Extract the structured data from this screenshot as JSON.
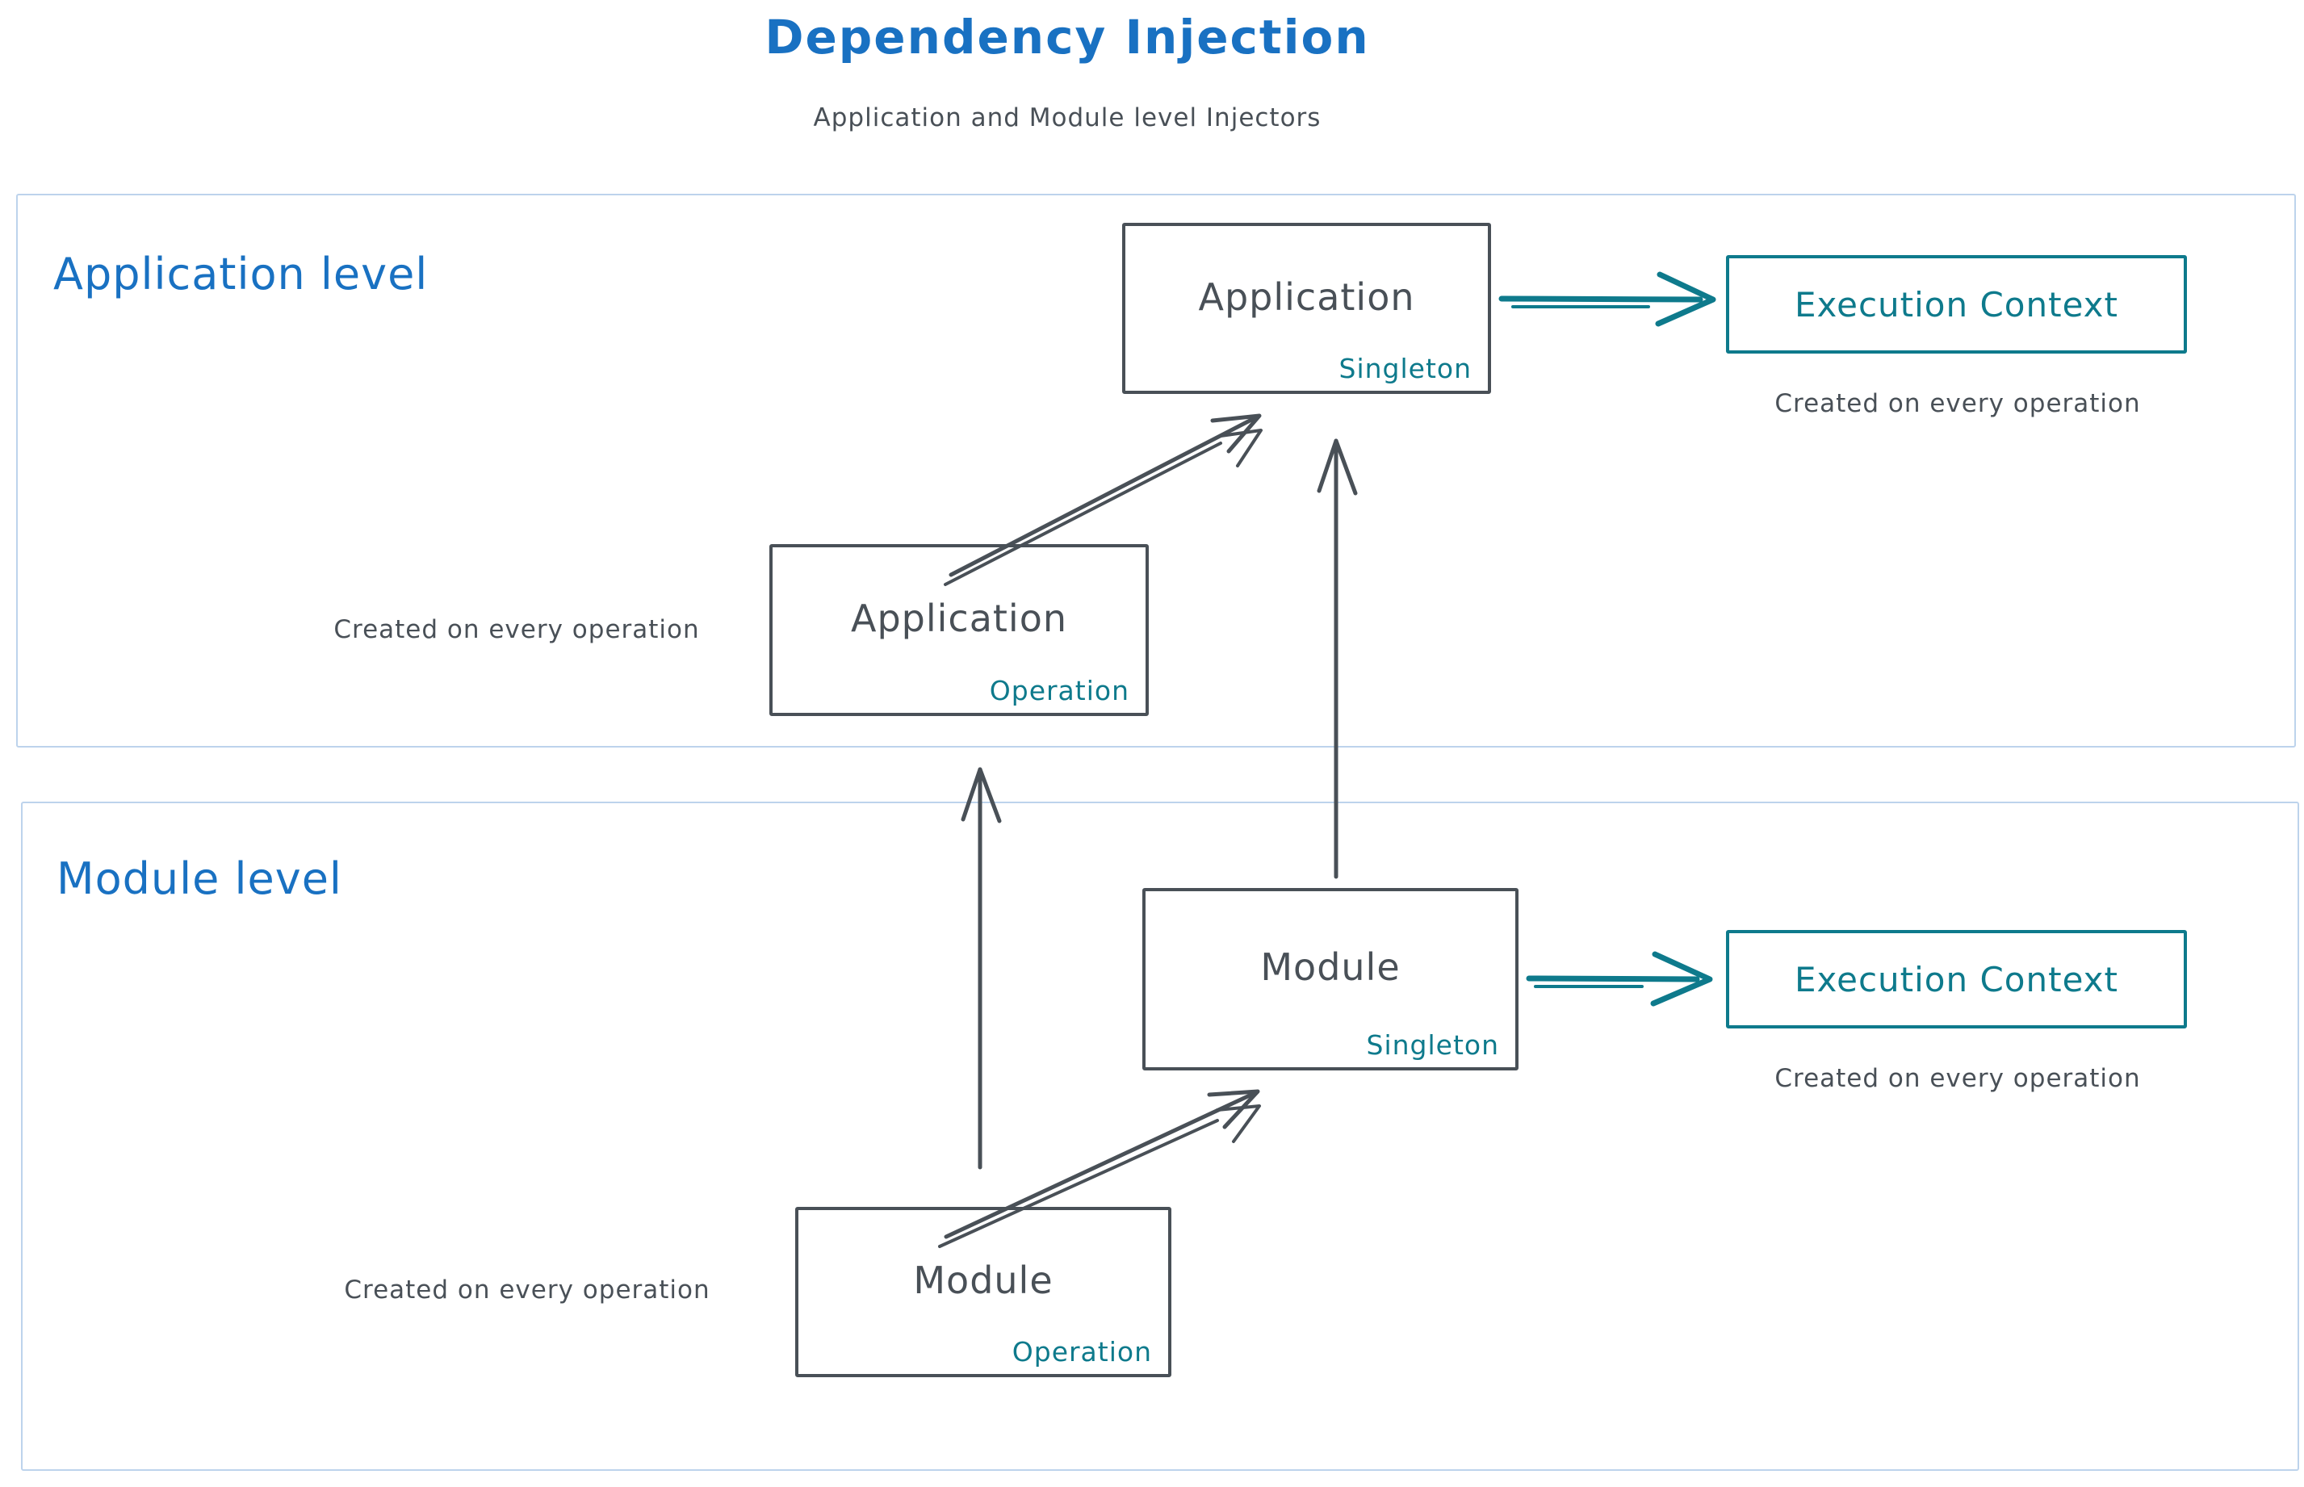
{
  "title": "Dependency Injection",
  "subtitle": "Application and Module level Injectors",
  "colors": {
    "accent_blue": "#1971c2",
    "accent_teal": "#0e7a8c",
    "stroke_dark": "#495057",
    "frame_border": "#bdd3ec"
  },
  "frames": {
    "application": {
      "label": "Application level"
    },
    "module": {
      "label": "Module level"
    }
  },
  "boxes": {
    "app_singleton": {
      "name": "Application",
      "scope": "Singleton"
    },
    "app_operation": {
      "name": "Application",
      "scope": "Operation"
    },
    "module_singleton": {
      "name": "Module",
      "scope": "Singleton"
    },
    "module_operation": {
      "name": "Module",
      "scope": "Operation"
    },
    "exec_context_app": {
      "name": "Execution Context"
    },
    "exec_context_module": {
      "name": "Execution Context"
    }
  },
  "captions": {
    "exec_app": "Created on every operation",
    "exec_module": "Created on every operation",
    "app_operation": "Created on every operation",
    "module_operation": "Created on every operation"
  },
  "arrows": [
    {
      "from": "app_singleton",
      "to": "exec_context_app",
      "color": "#0e7a8c"
    },
    {
      "from": "module_singleton",
      "to": "exec_context_module",
      "color": "#0e7a8c"
    },
    {
      "from": "app_operation",
      "to": "app_singleton",
      "color": "#495057"
    },
    {
      "from": "module_operation",
      "to": "module_singleton",
      "color": "#495057"
    },
    {
      "from": "module_operation",
      "to": "app_operation",
      "color": "#495057"
    },
    {
      "from": "module_singleton",
      "to": "app_singleton",
      "color": "#495057"
    }
  ]
}
